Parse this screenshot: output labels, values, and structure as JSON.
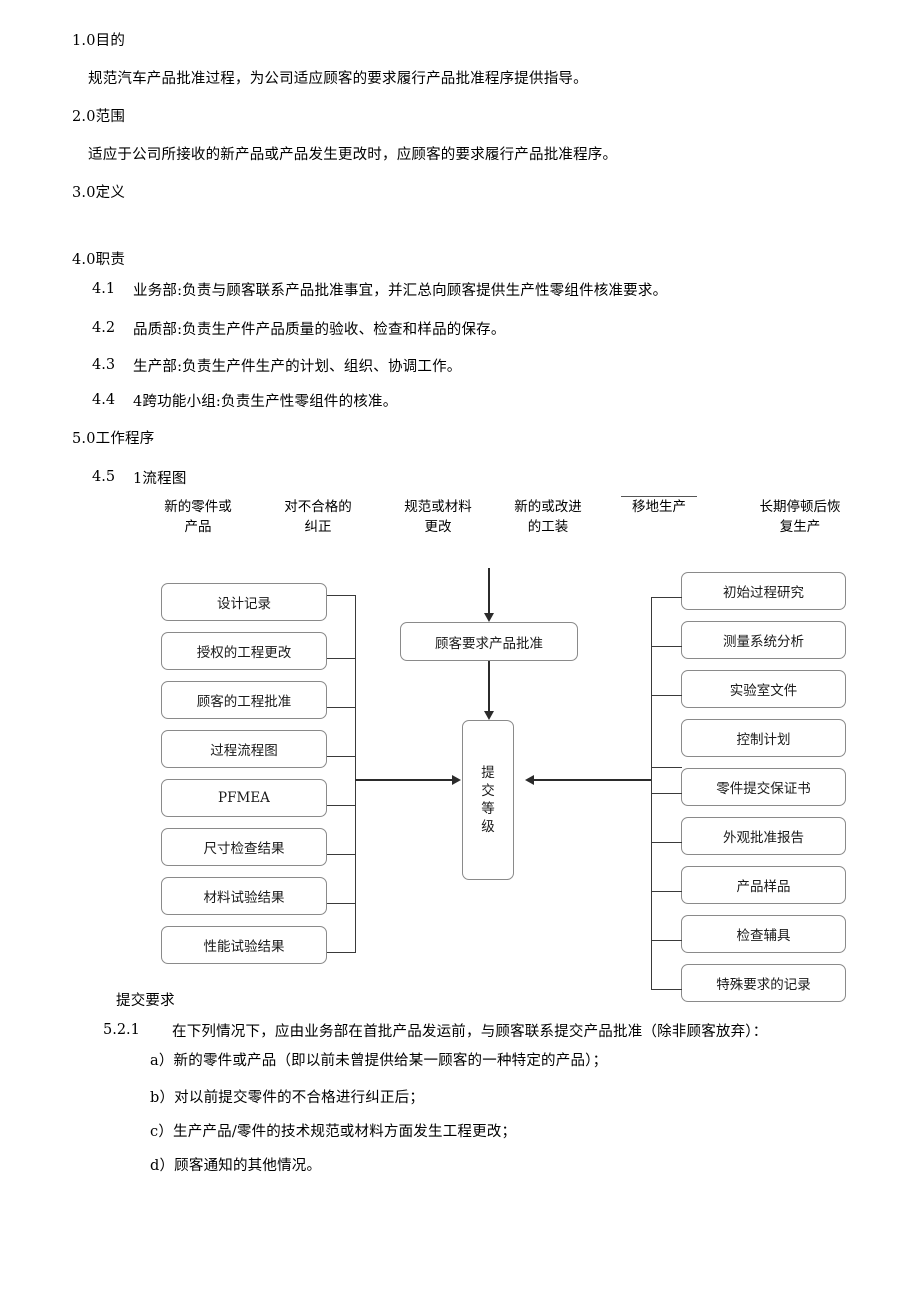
{
  "document": {
    "sections": [
      {
        "id": "s1",
        "heading": "1.0目的"
      },
      {
        "id": "s1b",
        "text": "规范汽车产品批准过程，为公司适应顾客的要求履行产品批准程序提供指导。"
      },
      {
        "id": "s2",
        "heading": "2.0范围"
      },
      {
        "id": "s2b",
        "text": "适应于公司所接收的新产品或产品发生更改时，应顾客的要求履行产品批准程序。"
      },
      {
        "id": "s3",
        "heading": "3.0定义"
      },
      {
        "id": "s4",
        "heading": "4.0职责"
      },
      {
        "id": "s5",
        "heading": "5.0工作程序"
      }
    ],
    "responsibilities": [
      {
        "num": "4.1",
        "text": "业务部:负责与顾客联系产品批准事宜，并汇总向顾客提供生产性零组件核准要求。"
      },
      {
        "num": "4.2",
        "text": "品质部:负责生产件产品质量的验收、检查和样品的保存。"
      },
      {
        "num": "4.3",
        "text": "生产部:负责生产件生产的计划、组织、协调工作。"
      },
      {
        "num": "4.4",
        "text": "4跨功能小组:负责生产性零组件的核准。"
      }
    ],
    "flowchart_label": {
      "num": "4.5",
      "text": "1流程图"
    },
    "submission": {
      "title": "提交要求",
      "clause_num": "5.2.1",
      "clause_text": "在下列情况下，应由业务部在首批产品发运前，与顾客联系提交产品批准（除非顾客放弃）：",
      "items": [
        "a）新的零件或产品（即以前未曾提供给某一顾客的一种特定的产品）；",
        "b）对以前提交零件的不合格进行纠正后；",
        "c）生产产品/零件的技术规范或材料方面发生工程更改；",
        "d）顾客通知的其他情况。"
      ]
    }
  },
  "chart_data": {
    "type": "diagram",
    "title": "1流程图",
    "column_headers": [
      {
        "text": "新的零件或\n产品",
        "overline": false
      },
      {
        "text": "对不合格的\n纠正",
        "overline": false
      },
      {
        "text": "规范或材料\n更改",
        "overline": false
      },
      {
        "text": "新的或改进\n的工装",
        "overline": false
      },
      {
        "text": "移地生产",
        "overline": true
      },
      {
        "text": "长期停顿后恢\n复生产",
        "overline": false
      }
    ],
    "left_nodes": [
      "设计记录",
      "授权的工程更改",
      "顾客的工程批准",
      "过程流程图",
      "PFMEA",
      "尺寸检查结果",
      "材料试验结果",
      "性能试验结果"
    ],
    "center_nodes": [
      "顾客要求产品批准"
    ],
    "decision_node": [
      "提",
      "交",
      "等",
      "级"
    ],
    "right_nodes": [
      "初始过程研究",
      "测量系统分析",
      "实验室文件",
      "控制计划",
      "零件提交保证书",
      "外观批准报告",
      "产品样品",
      "检查辅具",
      "特殊要求的记录"
    ],
    "colors": {
      "node_border": "#8a8a8a",
      "connector": "#3a3a3a",
      "arrow": "#2b2b2b",
      "text": "#000000",
      "background": "#ffffff"
    }
  }
}
